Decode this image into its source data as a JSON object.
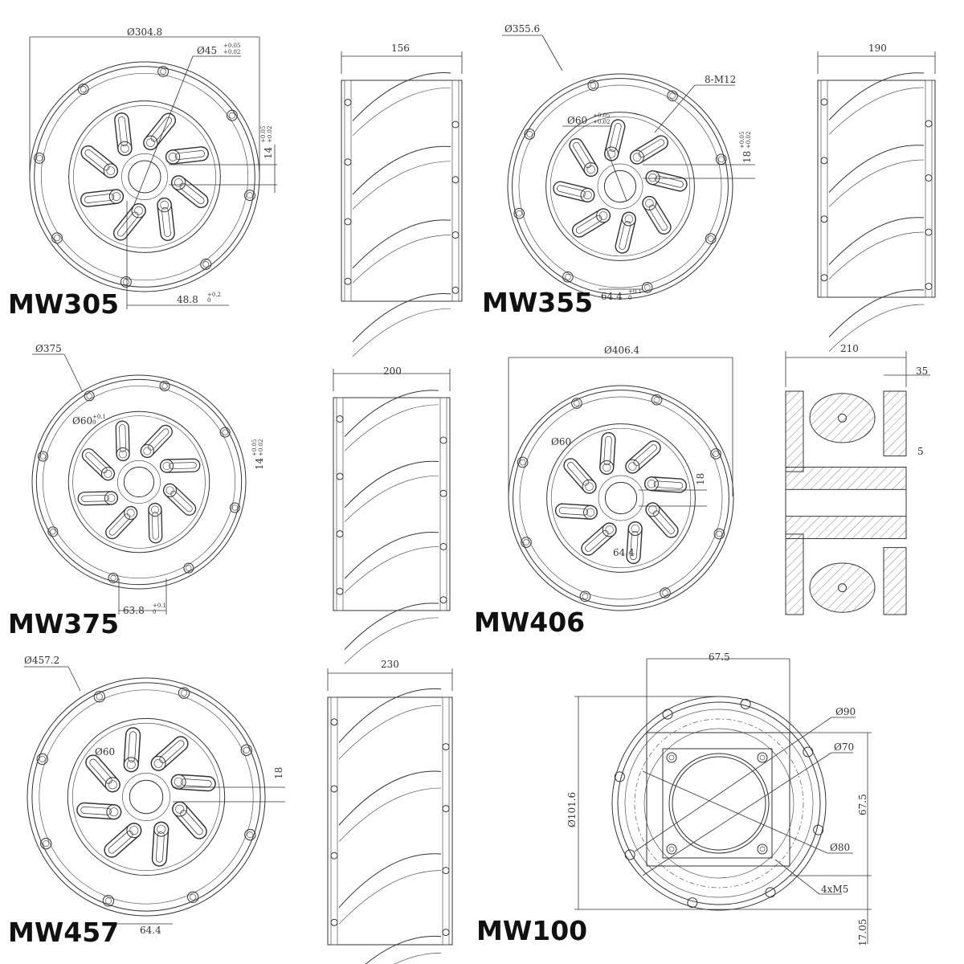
{
  "panels": {
    "mw305": {
      "label": "MW305",
      "outer_dia": "Ø304.8",
      "bore_dia": "Ø45",
      "bore_tol_upper": "+0.05",
      "bore_tol_lower": "+0.02",
      "key_width": "14",
      "key_tol_upper": "+0.05",
      "key_tol_lower": "+0.02",
      "bolt_span": "48.8",
      "bolt_tol_upper": "+0.2",
      "bolt_tol_lower": "0",
      "width": "156"
    },
    "mw355": {
      "label": "MW355",
      "outer_dia": "Ø355.6",
      "bolt_spec": "8-M12",
      "bore_dia": "Ø60",
      "bore_tol_upper": "+0.05",
      "bore_tol_lower": "+0.02",
      "key_width": "18",
      "key_tol_upper": "+0.05",
      "key_tol_lower": "+0.02",
      "bolt_span": "64.4",
      "bolt_tol_upper": "+0.1",
      "bolt_tol_lower": "0",
      "width": "190"
    },
    "mw375": {
      "label": "MW375",
      "outer_dia": "Ø375",
      "bore_dia": "Ø60",
      "bore_tol_upper": "+0.1",
      "bore_tol_lower": "0",
      "key_width": "14",
      "key_tol_upper": "+0.05",
      "key_tol_lower": "+0.02",
      "bolt_span": "63.8",
      "bolt_tol_upper": "+0.1",
      "bolt_tol_lower": "0",
      "width": "200"
    },
    "mw406": {
      "label": "MW406",
      "outer_dia": "Ø406.4",
      "bore_dia": "Ø60",
      "key_width": "18",
      "bolt_span": "64.4",
      "width": "210",
      "plate_width": "35",
      "gap": "5"
    },
    "mw457": {
      "label": "MW457",
      "outer_dia": "Ø457.2",
      "bore_dia": "Ø60",
      "key_width": "18",
      "bolt_span": "64.4",
      "width": "230"
    },
    "mw100": {
      "label": "MW100",
      "square_width": "67.5",
      "dia_90": "Ø90",
      "dia_70": "Ø70",
      "dia_80": "Ø80",
      "screw_spec": "4xM5",
      "outer_dia": "Ø101.6",
      "square_height": "67.5",
      "offset": "17.05"
    }
  }
}
